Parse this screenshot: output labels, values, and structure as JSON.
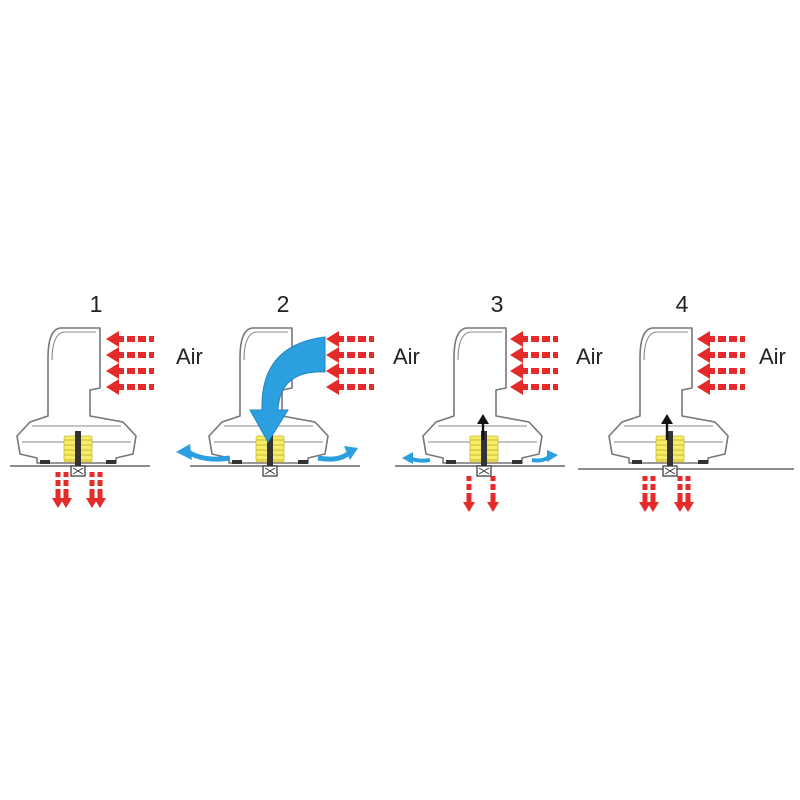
{
  "panels": [
    {
      "number": "1",
      "air_label": "Air",
      "stage": "closed-exhaust"
    },
    {
      "number": "2",
      "air_label": "Air",
      "stage": "open-inflow"
    },
    {
      "number": "3",
      "air_label": "Air",
      "stage": "closing"
    },
    {
      "number": "4",
      "air_label": "Air",
      "stage": "closed-exhaust"
    }
  ],
  "colors": {
    "air_arrow": "#e52a2a",
    "flow_arrow": "#2b9fe0",
    "spring": "#f6ee6a",
    "motion_arrow": "#111111",
    "outline": "#777777"
  },
  "icons": {
    "air_in": "red-dashed-arrow-icon",
    "flow": "blue-curved-arrow-icon",
    "motion": "black-up-arrow-icon"
  }
}
